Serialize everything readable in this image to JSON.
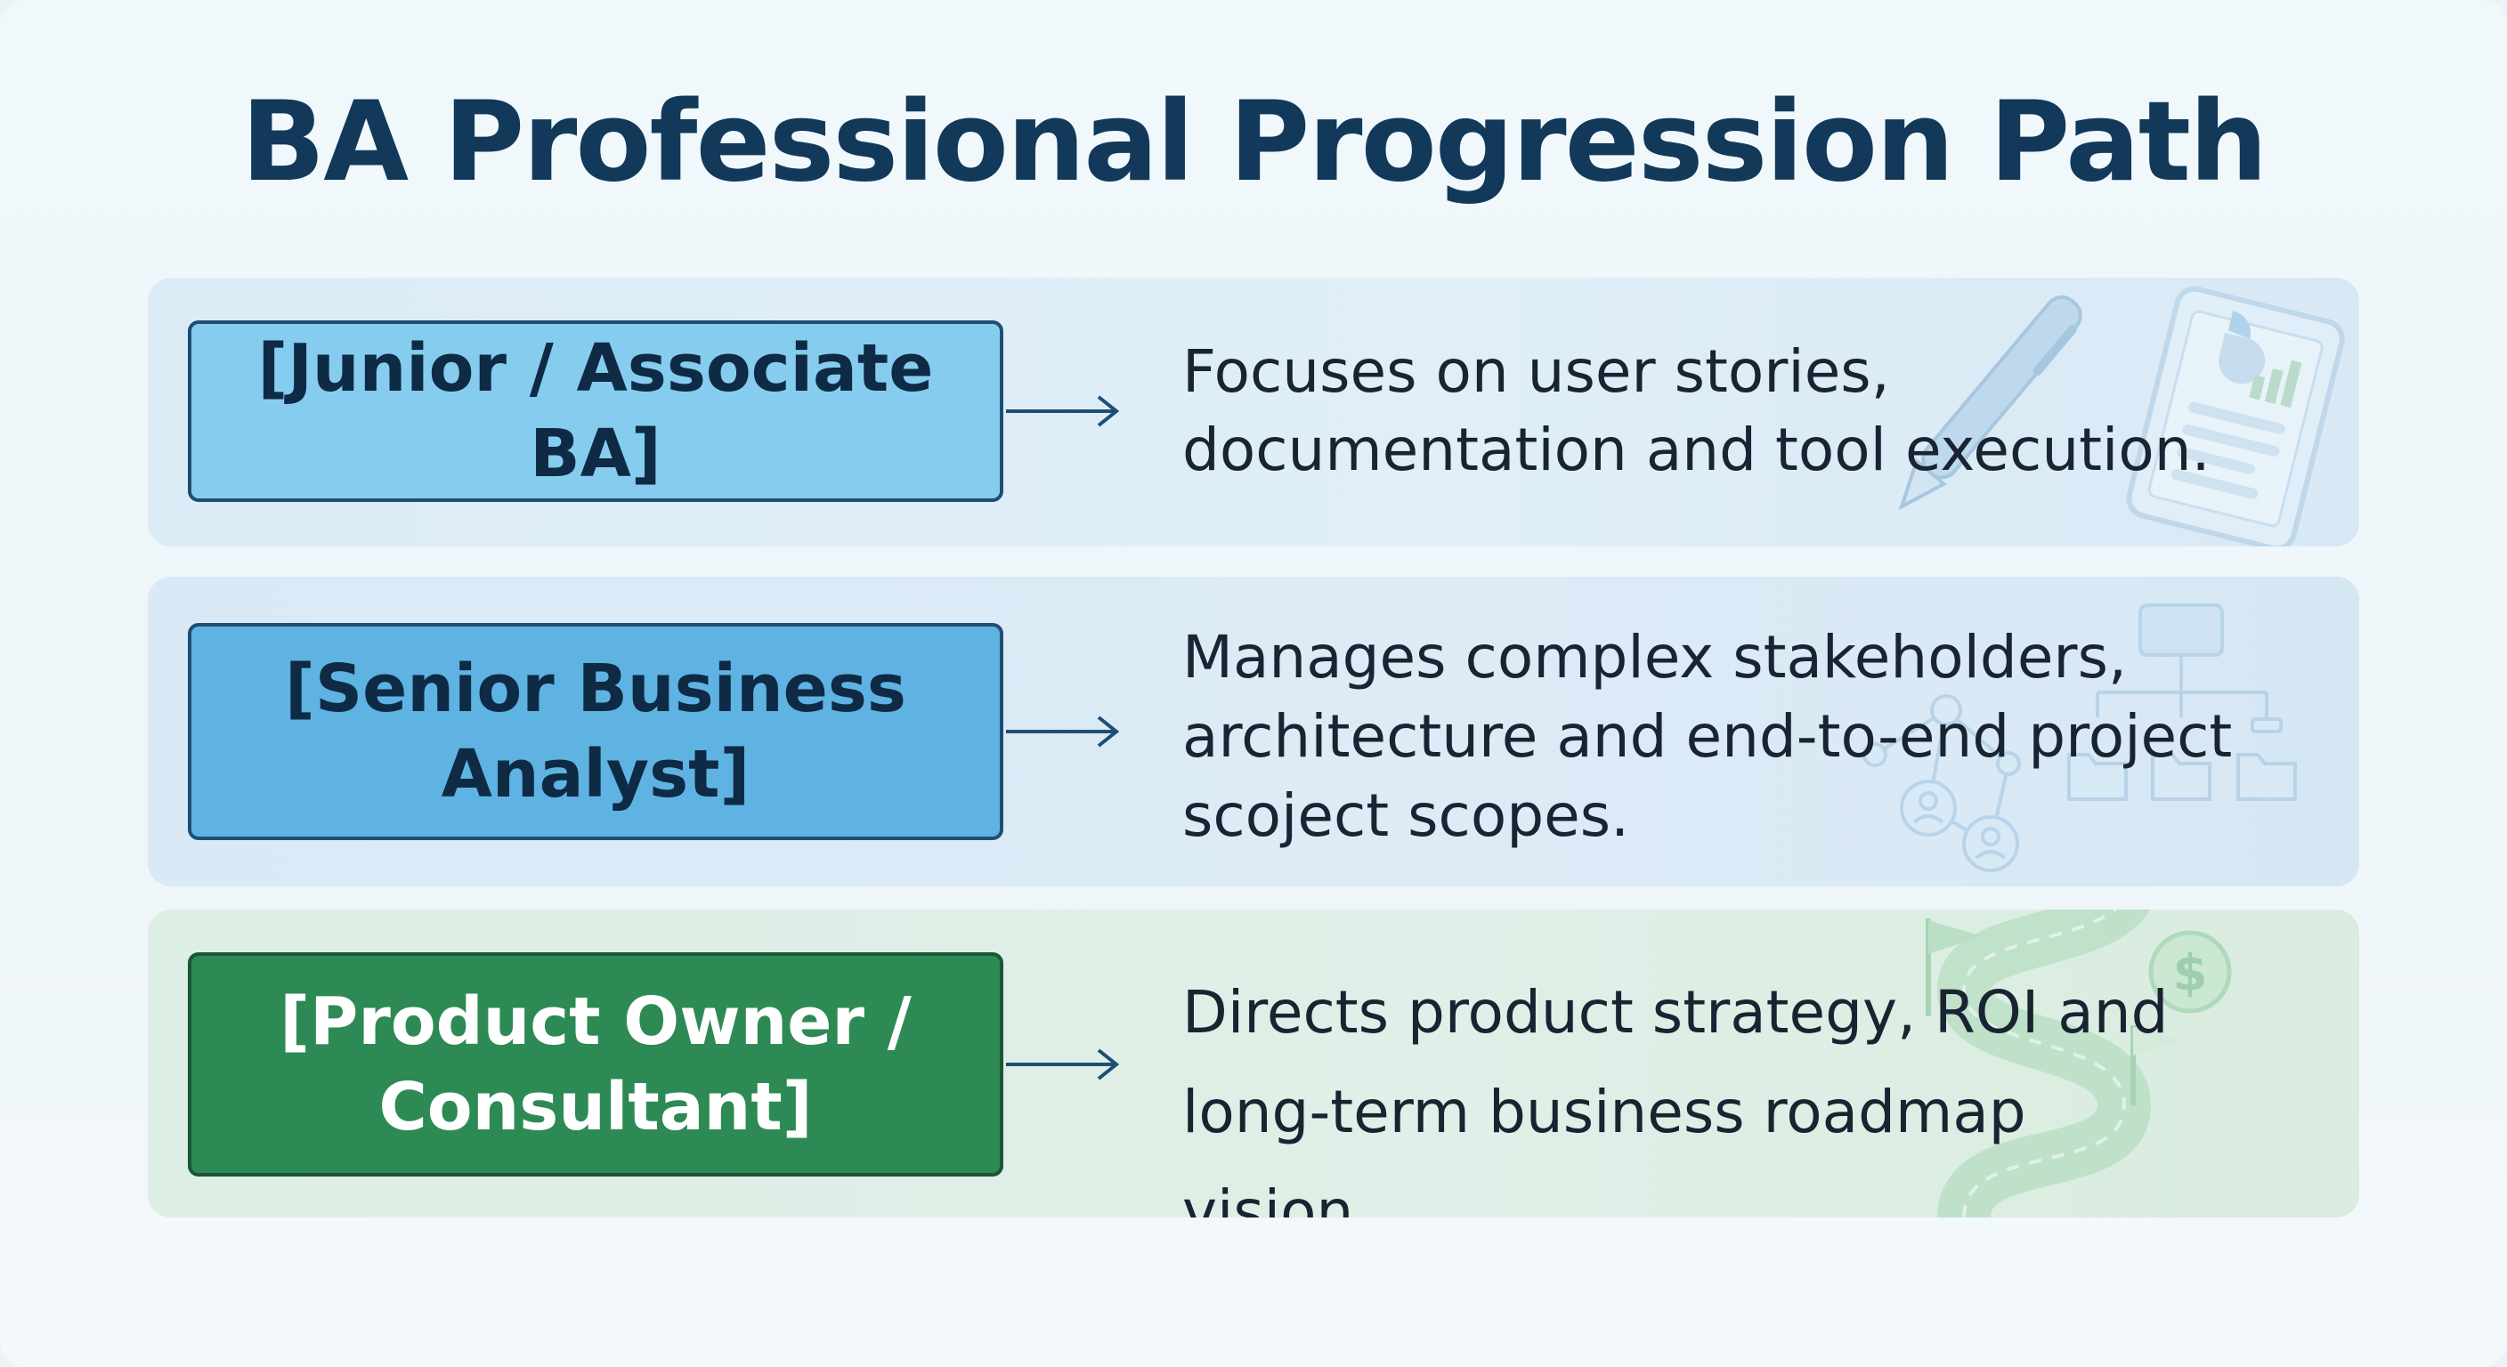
{
  "title": "BA Professional Progression Path",
  "colors": {
    "title": "#12395a",
    "junior_box": "#86ccee",
    "senior_box": "#5fb3e2",
    "owner_box": "#2e8a55",
    "arrow": "#1f4e73"
  },
  "levels": [
    {
      "role": "[Junior / Associate BA]",
      "description": [
        "Focuses on user stories,",
        "documentation and tool execution."
      ],
      "illustration": "pen-and-tablet-chart-icon"
    },
    {
      "role": [
        "[Senior Business",
        "Analyst]"
      ],
      "description": [
        "Manages complex stakeholders,",
        "architecture and end-to-end project",
        "scoject scopes."
      ],
      "illustration": "org-chart-network-icon"
    },
    {
      "role": [
        "[Product Owner /",
        "Consultant]"
      ],
      "description": [
        "Directs product strategy, ROI and",
        "long-term business roadmap vision."
      ],
      "illustration": "roadmap-flag-dollar-icon"
    }
  ]
}
